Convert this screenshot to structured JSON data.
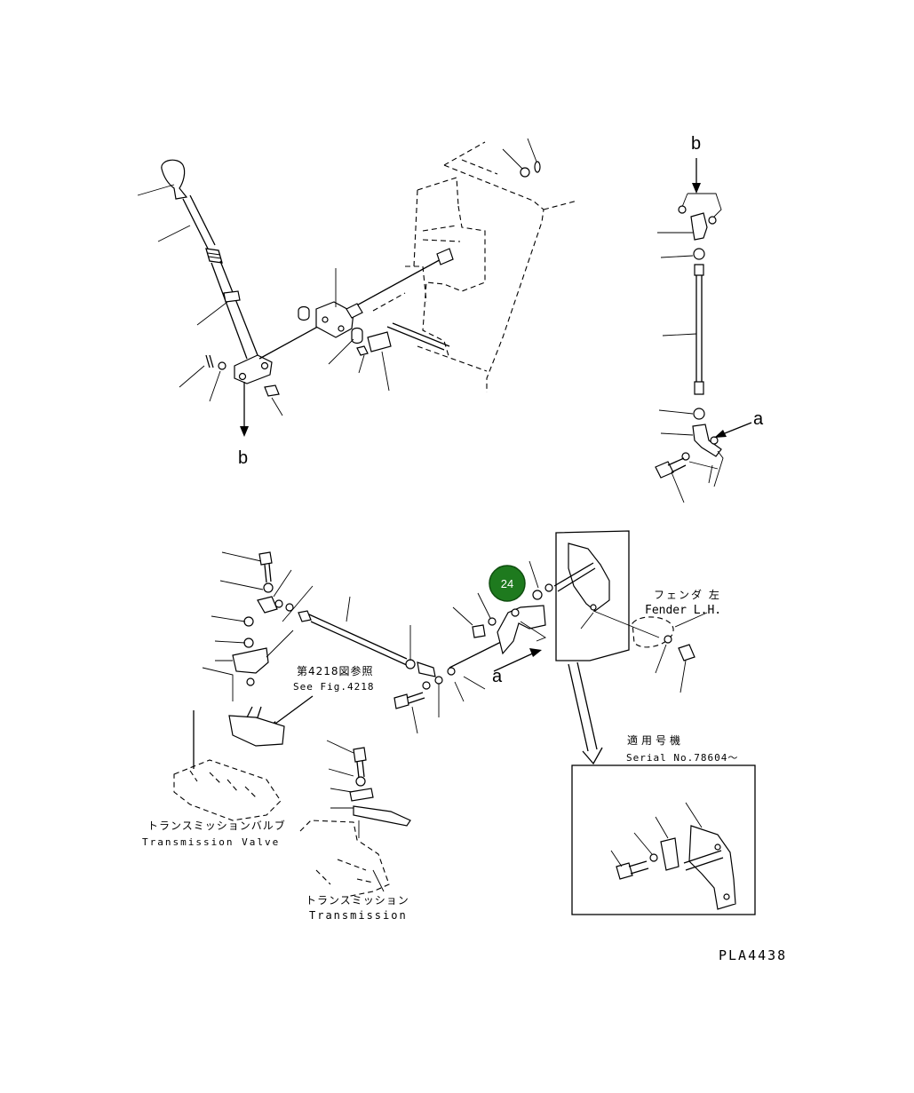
{
  "figure_code": "PLA4438",
  "marker": {
    "label": "24",
    "color": "#1e7a1e",
    "text_color": "#ffffff"
  },
  "ref_letters": {
    "a_right": "a",
    "a_lower": "a",
    "b_top": "b",
    "b_left": "b"
  },
  "labels": {
    "fender_jp": "フェンダ 左",
    "fender_en": "Fender L.H.",
    "see_fig_jp": "第4218図参照",
    "see_fig_en": "See Fig.4218",
    "applicable_jp": "適用号機",
    "serial": "Serial No.78604～",
    "trans_valve_jp": "トランスミッションバルブ",
    "trans_valve_en": "Transmission Valve",
    "transmission_jp": "トランスミッション",
    "transmission_en": "Transmission"
  }
}
